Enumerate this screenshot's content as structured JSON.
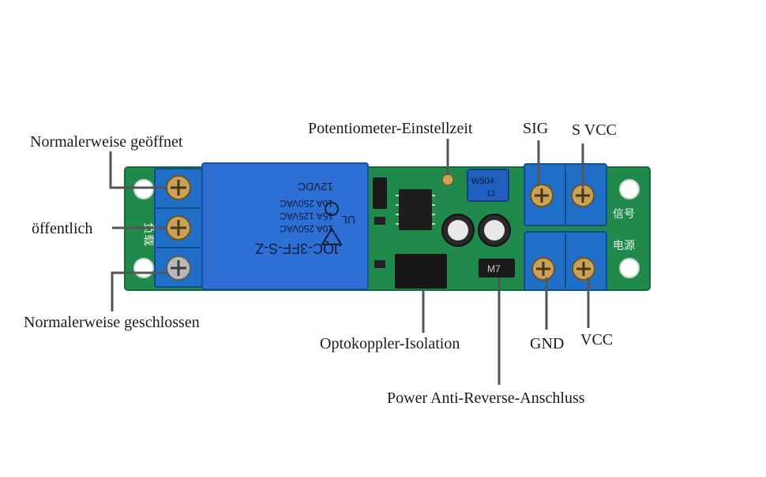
{
  "labels": {
    "normally_open": "Normalerweise geöffnet",
    "common": "öffentlich",
    "normally_closed": "Normalerweise geschlossen",
    "potentiometer": "Potentiometer-Einstellzeit",
    "sig": "SIG",
    "s_vcc": "S VCC",
    "optocoupler": "Optokoppler-Isolation",
    "gnd": "GND",
    "vcc": "VCC",
    "anti_reverse": "Power Anti-Reverse-Anschluss"
  },
  "board_markings": {
    "relay_model": "JQC-3FF-S-Z",
    "relay_rating_1": "10A 250VAC",
    "relay_rating_2": "15A 125VAC",
    "relay_rating_3": "10A 250VAC",
    "relay_voltage": "12VDC",
    "ul_mark": "UL",
    "pot_code": "W504",
    "pot_sub": "13",
    "diode_mark": "M7",
    "load_cn": "负载",
    "signal_cn": "信号",
    "power_cn": "电源"
  },
  "colors": {
    "pcb_green": "#1f8a4c",
    "terminal_blue": "#1f6fc9",
    "relay_blue": "#2e6fd6",
    "callout_line": "#555555"
  }
}
